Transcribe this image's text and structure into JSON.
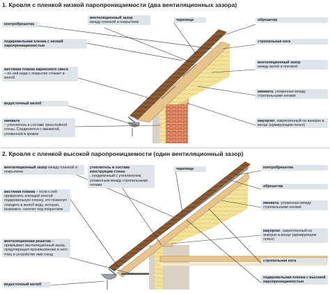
{
  "section1": {
    "title": "1. Кровля с пленкой низкой паропроницаемости (два вентиляционных зазора)",
    "labels": {
      "kontrobreshetka": {
        "title": "контробрешетка",
        "text": ""
      },
      "plenka_nizkoi": {
        "title": "подкровельная пленка с низкой паропроницаемостью",
        "text": ""
      },
      "zhestyanaya_planka": {
        "title": "жестяная планка карнизного свеса",
        "text": "– по ней вода с покрытия стекает в желоб"
      },
      "vodostochny_zhelob": {
        "title": "водосточный желоб",
        "text": ""
      },
      "minvata_left": {
        "title": "минвата",
        "text": "– утеплитель в составе трехслойной стены. Соединяется с минватой, уложенной в кровле"
      },
      "vent_zazor": {
        "title": "вентиляционный зазор",
        "text": "между пленкой и покрытием"
      },
      "cherepitsa": {
        "title": "черепица",
        "text": ""
      },
      "obreshetka": {
        "title": "обрешетка",
        "text": ""
      },
      "stropilnaya_noga": {
        "title": "стропильная нога",
        "text": ""
      },
      "vent_zazor2": {
        "title": "вентиляционный зазор",
        "text": "между ватой и пленкой"
      },
      "minvata_right": {
        "title": "минвата",
        "text": ", уложенная между стропильными ногами"
      },
      "mauerlat": {
        "title": "мауэрлат",
        "text": ", закрепленный на анкерах в венце (армирующем поясе)"
      }
    }
  },
  "section2": {
    "title": "2. Кровля с пленкой высокой паропроницаемости (один вентиляционный зазор)",
    "labels": {
      "vent_zazor": {
        "title": "вентиляционный зазор",
        "text": "между пленкой и покрытием"
      },
      "uteplitel": {
        "title": "утеплитель в составе конструкции стены",
        "text": ", соединенный с утеплителем, уложенным между стропильными ногами"
      },
      "cherepitsa": {
        "title": "черепица",
        "text": ""
      },
      "kontrobreshetka": {
        "title": "контробрешетка",
        "text": ""
      },
      "zhestyanaya_planka": {
        "title": "жестяная планка",
        "text": "– если к ней прикрепить клеящей лентой подкровельную пленку, это позволит отводить в желоб воду, которая, возможно, натечет под покрытием"
      },
      "obreshetka": {
        "title": "обрешетка",
        "text": ""
      },
      "minvata": {
        "title": "минвата",
        "text": ", уложенная между стропильными ногами"
      },
      "mauerlat": {
        "title": "мауэрлат",
        "text": ", закрепленный на анкерах в венце (армирующем поясе)"
      },
      "vent_reshetka": {
        "title": "вентиляционная решетка",
        "text": "– прикрывает вентиляционный зазор, предотвращая проникновение в него птиц и устройство ими гнезд"
      },
      "stropilnaya_noga": {
        "title": "стропильная нога",
        "text": ""
      },
      "vodostochny_zhelob": {
        "title": "водосточный желоб",
        "text": ""
      },
      "plenka_vysokoi": {
        "title": "подкровельная пленка с высокой паропроницаемостью",
        "text": ""
      }
    }
  },
  "colors": {
    "label_bg": "#dfe3ea",
    "tile": "#8a5a35",
    "wood": "#e7c48c",
    "brick": "#d06a45",
    "insulation": "#f2e29a",
    "film_low": "#6f7a86",
    "film_high": "#3e7fc4"
  }
}
